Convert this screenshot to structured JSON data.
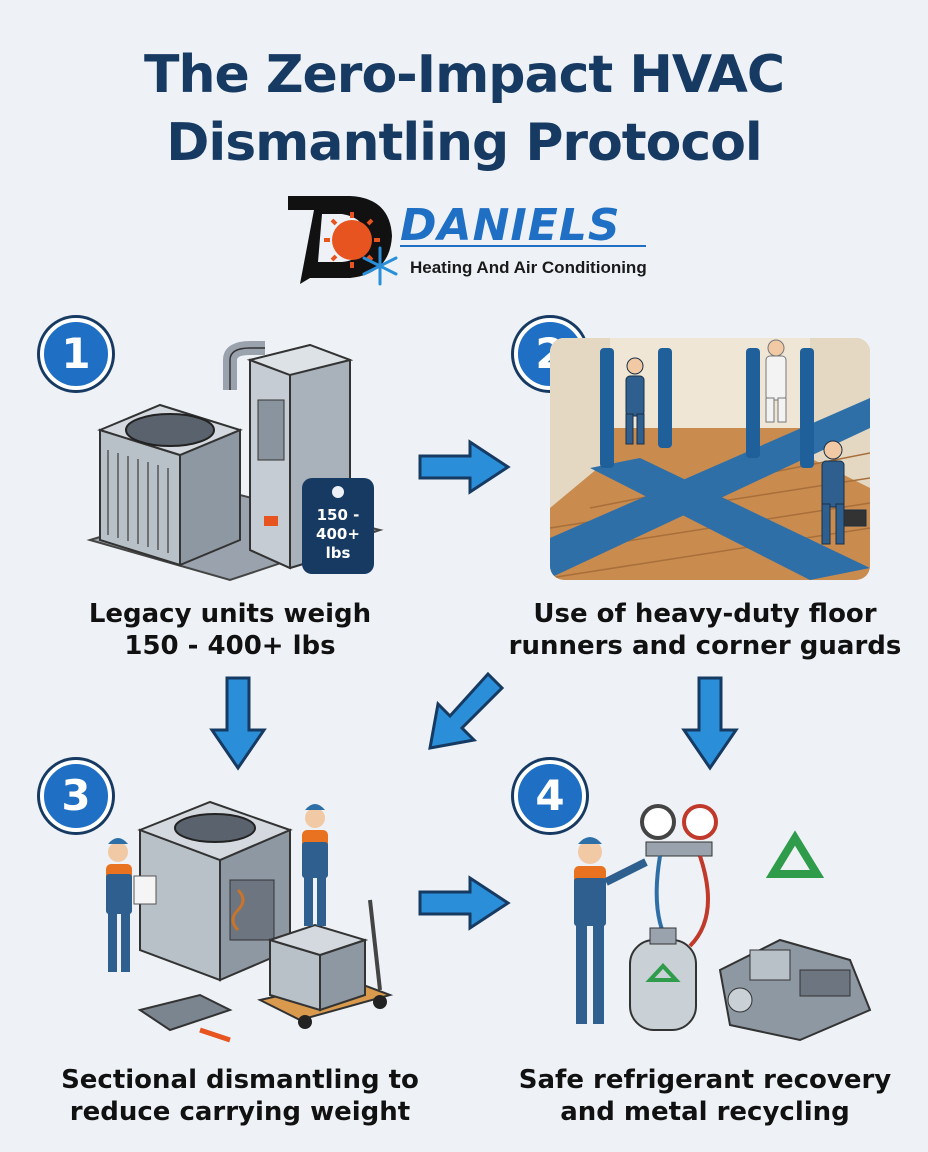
{
  "title": {
    "line1": "The Zero-Impact HVAC",
    "line2": "Dismantling Protocol"
  },
  "logo": {
    "brand": "DANIELS",
    "tagline": "Heating And Air Conditioning"
  },
  "steps": [
    {
      "number": "1",
      "caption_line1": "Legacy units weigh",
      "caption_line2": "150 - 400+ lbs",
      "weight_tag_line1": "150 -",
      "weight_tag_line2": "400+",
      "weight_tag_line3": "lbs"
    },
    {
      "number": "2",
      "caption_line1": "Use of heavy-duty floor",
      "caption_line2": "runners and corner guards"
    },
    {
      "number": "3",
      "caption_line1": "Sectional dismantling to",
      "caption_line2": "reduce carrying weight"
    },
    {
      "number": "4",
      "caption_line1": "Safe refrigerant recovery",
      "caption_line2": "and metal recycling"
    }
  ],
  "colors": {
    "title": "#173a63",
    "accent": "#1f6fc4",
    "background": "#eef2f6"
  }
}
